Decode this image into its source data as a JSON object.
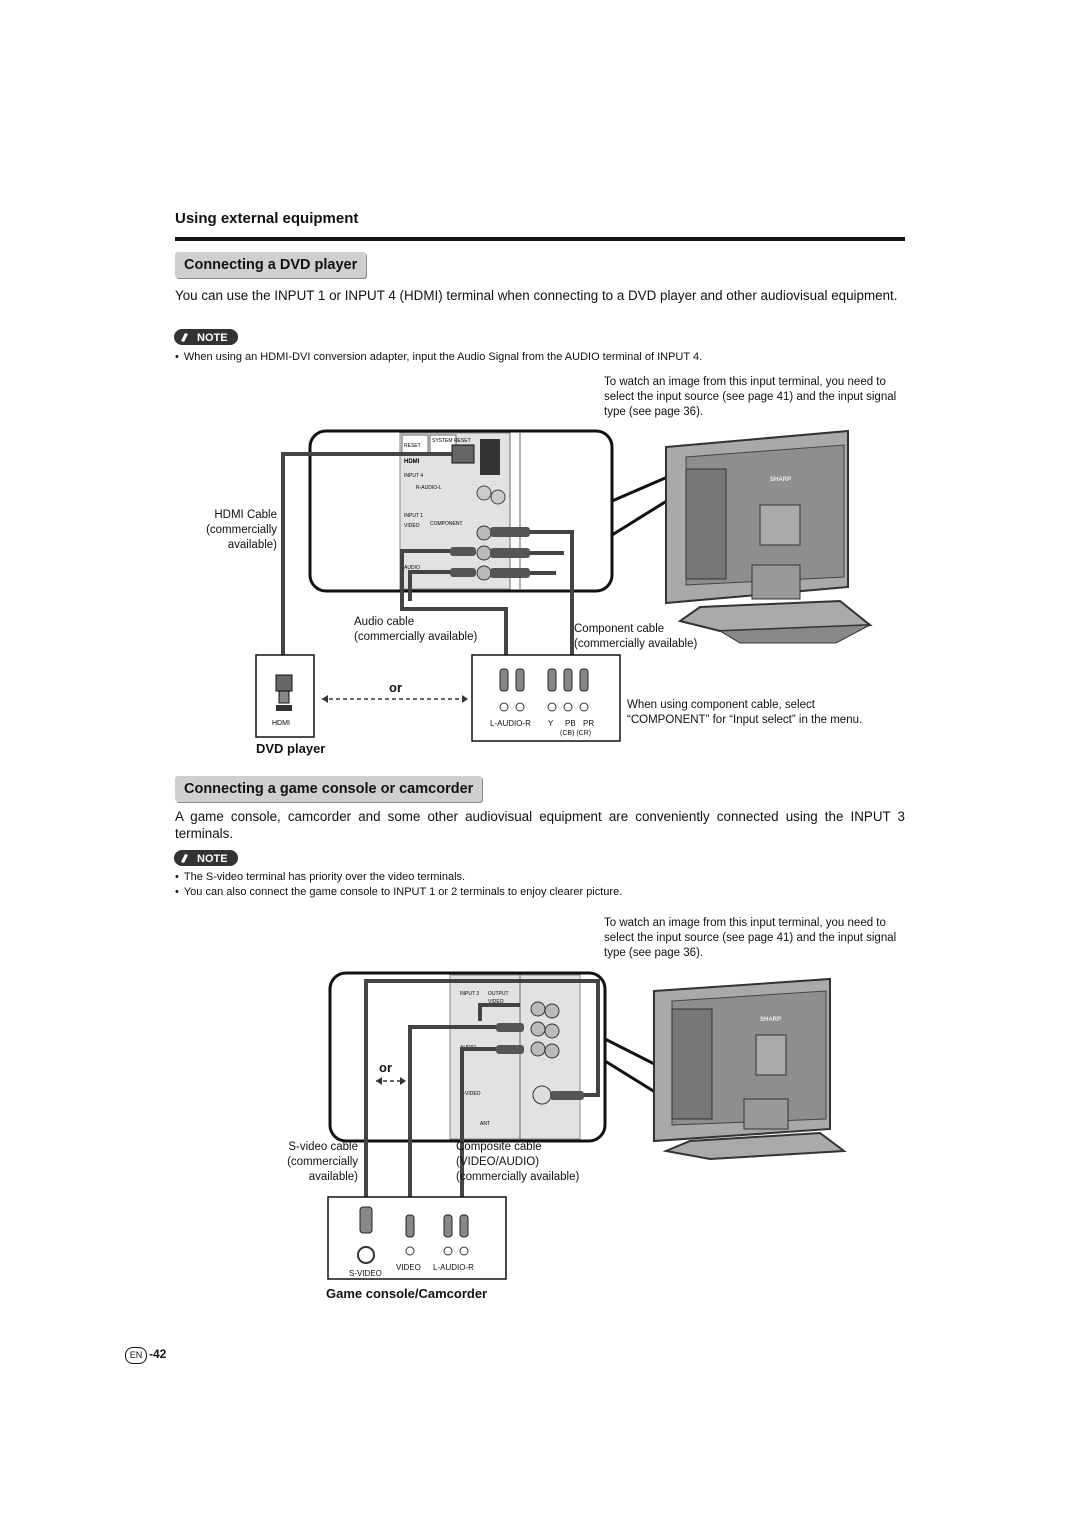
{
  "section_title": "Using external equipment",
  "dvd": {
    "heading": "Connecting a DVD player",
    "intro": "You can use the INPUT 1 or INPUT 4 (HDMI) terminal when connecting to a DVD player and other audiovisual equipment.",
    "note_label": "NOTE",
    "notes": [
      "When using an HDMI-DVI conversion adapter, input the Audio Signal from the AUDIO terminal of INPUT 4."
    ],
    "watch_text": "To watch an image from this input terminal, you need to select the input source (see page 41) and the input signal type (see page 36).",
    "hdmi_cable": "HDMI Cable (commercially available)",
    "audio_cable_1": "Audio cable",
    "audio_cable_2": "(commercially available)",
    "component_cable_1": "Component cable",
    "component_cable_2": "(commercially available)",
    "or": "or",
    "hdmi_port": "HDMI",
    "audio_port": "L-AUDIO-R",
    "y": "Y",
    "pb": "PB",
    "pr": "PR",
    "cb_cr": "(CB) (CR)",
    "device": "DVD player",
    "component_note": "When using component cable, select “COMPONENT” for “Input select” in the menu.",
    "panel": {
      "reset": "RESET",
      "system_reset": "SYSTEM RESET",
      "hdmi": "HDMI",
      "input4": "INPUT 4",
      "r_audio_l": "R-AUDIO-L",
      "input1": "INPUT 1",
      "video": "VIDEO",
      "component": "COMPONENT",
      "audio": "AUDIO"
    },
    "brand": "SHARP"
  },
  "game": {
    "heading": "Connecting a game console or camcorder",
    "intro": "A game console, camcorder and some other audiovisual equipment are conveniently connected using the INPUT 3 terminals.",
    "note_label": "NOTE",
    "notes": [
      "The S-video terminal has priority over the video terminals.",
      "You can also connect the game console to INPUT 1 or 2 terminals to enjoy clearer picture."
    ],
    "watch_text": "To watch an image from this input terminal, you need to select the input source (see page 41) and the input signal type (see page 36).",
    "svideo_cable": "S-video cable (commercially available)",
    "composite_cable": "Composite cable (VIDEO/AUDIO) (commercially available)",
    "or": "or",
    "svideo_port": "S-VIDEO",
    "video_port": "VIDEO",
    "audio_port": "L-AUDIO-R",
    "device": "Game console/Camcorder",
    "panel": {
      "input3": "INPUT 3",
      "output": "OUTPUT",
      "video": "VIDEO",
      "audio": "AUDIO",
      "svideo": "S-VIDEO",
      "ant": "ANT"
    },
    "brand": "SHARP"
  },
  "page": {
    "lang": "EN",
    "number": "-42"
  }
}
